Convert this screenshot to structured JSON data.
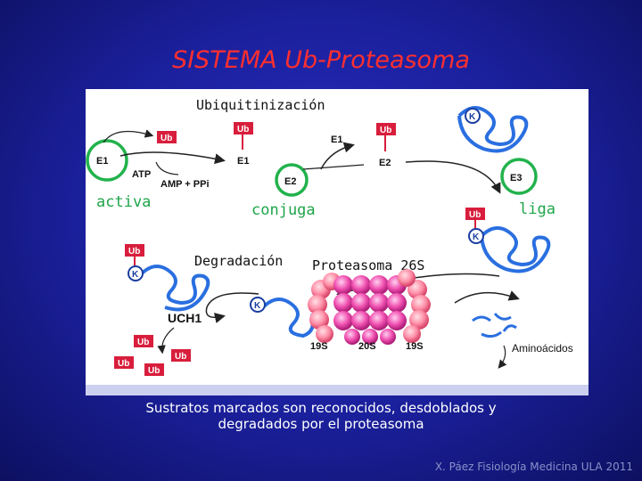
{
  "title": "SISTEMA Ub-Proteasoma",
  "labels": {
    "ubiquitinacion": "Ubiquitinización",
    "activa": "activa",
    "conjuga": "conjuga",
    "liga": "liga",
    "degradacion": "Degradación",
    "proteasoma": "Proteasoma 26S",
    "uch1": "UCH1",
    "aminoacidos": "Aminoácidos"
  },
  "enzymes": {
    "e1": "E1",
    "e2": "E2",
    "e3": "E3",
    "atp": "ATP",
    "amp": "AMP + PPi",
    "ub": "Ub",
    "k": "K"
  },
  "proteasome_parts": {
    "left": "19S",
    "core": "20S",
    "right": "19S"
  },
  "caption_line1": "Sustratos marcados son reconocidos, desdoblados y",
  "caption_line2": "degradados por el proteasoma",
  "footer": "X. Páez Fisiología Medicina ULA 2011",
  "colors": {
    "background": "#1a1f9a",
    "title": "#ff2f2f",
    "green": "#1fa54a",
    "ub": "#d81e3c",
    "protein": "#2a6fe0"
  }
}
